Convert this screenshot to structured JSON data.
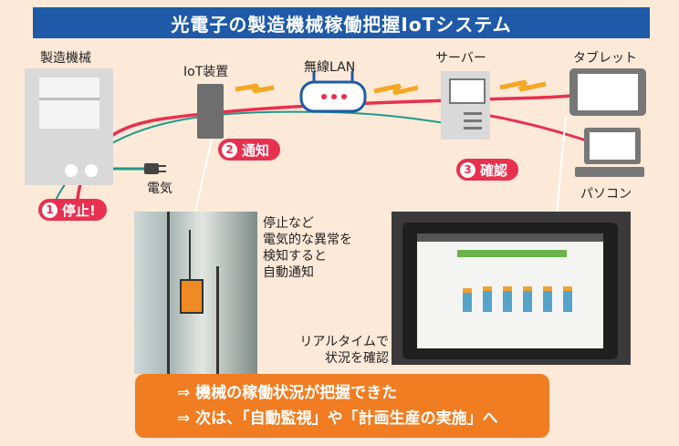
{
  "title": "光電子の製造機械稼働把握IoTシステム",
  "labels": {
    "machine": "製造機械",
    "iot": "IoT装置",
    "lan": "無線LAN",
    "server": "サーバー",
    "tablet": "タブレット",
    "pc": "パソコン",
    "power": "電気"
  },
  "steps": [
    {
      "num": "1",
      "label": "停止!"
    },
    {
      "num": "2",
      "label": "通知"
    },
    {
      "num": "3",
      "label": "確認"
    }
  ],
  "notes": {
    "left": [
      "停止など",
      "電気的な異常を",
      "検知すると",
      "自動通知"
    ],
    "right": [
      "リアルタイムで",
      "状況を確認"
    ]
  },
  "results": [
    "⇒ 機械の稼働状況が把握できた",
    "⇒ 次は、「自動監視」や「計画生産の実施」へ"
  ],
  "colors": {
    "title_bg": "#1f5aa8",
    "signal_line": "#e8304f",
    "power_line": "#1f9a8a",
    "wireless": "#f5a623",
    "result_bg": "#f07d22"
  }
}
